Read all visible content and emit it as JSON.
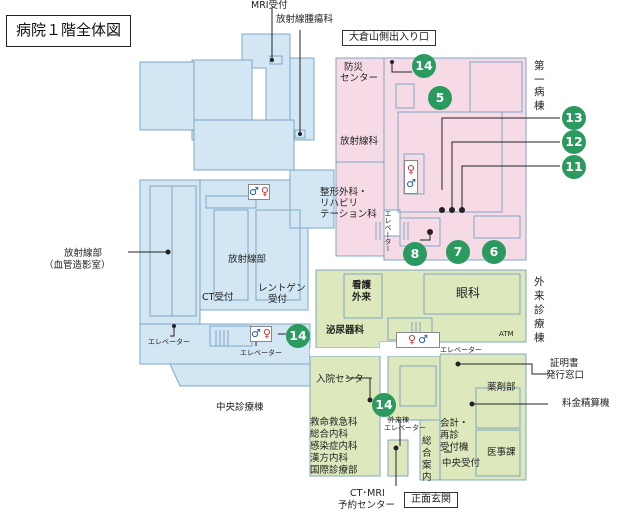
{
  "title": "病院１階全体図",
  "entrances": {
    "north": "大倉山側出入り口",
    "main": "正面玄関"
  },
  "labels": {
    "mri_reception": "MRI受付",
    "radiation_oncology": "放射線腫瘍科",
    "disaster_center_1": "防災",
    "disaster_center_2": "センター",
    "radiology_dept_1": "放射線科",
    "ward_1": "第",
    "ward_2": "一",
    "ward_3": "病",
    "ward_4": "棟",
    "orthopedics_1": "整形外科・",
    "orthopedics_2": "リハビリ",
    "orthopedics_3": "テーション科",
    "elevator_vertical": "エレベーター",
    "radiology_angio_1": "放射線部",
    "radiology_angio_2": "（血管造影室）",
    "radiology_center": "放射線部",
    "ct_reception": "CT受付",
    "xray_1": "レントゲン",
    "xray_2": "受付",
    "elevator_west": "エレベーター",
    "elevator_central": "エレベーター",
    "nursing_outpatient_1": "看護",
    "nursing_outpatient_2": "外来",
    "ophthalmology": "眼科",
    "urology": "泌尿器科",
    "outpatient_1": "外",
    "outpatient_2": "来",
    "outpatient_3": "診",
    "outpatient_4": "療",
    "outpatient_5": "棟",
    "atm": "ATM",
    "elevator_east": "エレベーター",
    "certificate_1": "証明書",
    "certificate_2": "発行窓口",
    "central_wing": "中央診療棟",
    "admission_center": "入院センター",
    "pharmacy": "薬剤部",
    "payment": "料金精算機",
    "emergency_1": "救命救急科",
    "emergency_2": "総合内科",
    "emergency_3": "感染症内科",
    "emergency_4": "漢方内科",
    "emergency_5": "国際診療部",
    "outpatient_elevator_1": "外来棟",
    "outpatient_elevator_2": "エレベーター",
    "accounting_1": "会計・",
    "accounting_2": "再診",
    "accounting_3": "受付機",
    "medical_affairs": "医事課",
    "information_1": "総",
    "information_2": "合",
    "information_3": "案",
    "information_4": "内",
    "central_reception": "中央受付",
    "ct_mri_booking_1": "CT･MRI",
    "ct_mri_booking_2": "予約センター"
  },
  "markers": [
    "14",
    "5",
    "13",
    "12",
    "11",
    "8",
    "7",
    "6",
    "14",
    "14"
  ],
  "restroom": {
    "male": "♂",
    "female": "♀"
  },
  "colors": {
    "blue_zone": "#d3e6f3",
    "pink_zone": "#f6dae6",
    "green_zone": "#dde9bd",
    "corridor": "#ffffff",
    "badge": "#2b9a5f",
    "outline": "#7fa8c4"
  }
}
